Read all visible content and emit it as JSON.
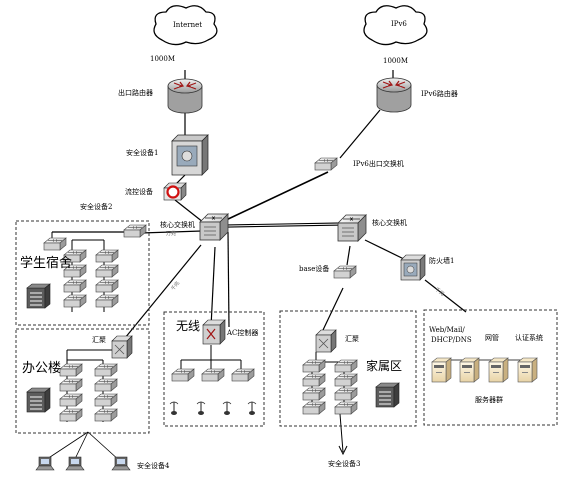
{
  "clouds": {
    "internet": "Internet",
    "ipv6": "IPv6"
  },
  "links": {
    "internet_bw": "1000M",
    "ipv6_bw": "1000M",
    "fiber_a": "万兆",
    "fiber_b": "千兆",
    "fiber_c": "千兆"
  },
  "devices": {
    "exit_router": "出口路由器",
    "ipv6_router": "IPv6路由器",
    "security1": "安全设备1",
    "flow_control": "流控设备",
    "security2": "安全设备2",
    "core_switch_left": "核心交换机",
    "core_switch_right": "核心交换机",
    "ipv6_exit_switch": "IPv6出口交换机",
    "base_device": "base设备",
    "firewall1": "防火墙1",
    "ac_controller": "AC控制器",
    "security3": "安全设备3",
    "security4": "安全设备4"
  },
  "zones": {
    "dorm": "学生宿舍",
    "office": "办公楼",
    "office_agg": "汇聚",
    "wireless": "无线",
    "family": "家属区",
    "family_agg": "汇聚",
    "servers": {
      "web": "Web/Mail/",
      "dhcp": "DHCP/DNS",
      "nms": "网管",
      "auth": "认证系统",
      "group": "服务器群"
    }
  }
}
